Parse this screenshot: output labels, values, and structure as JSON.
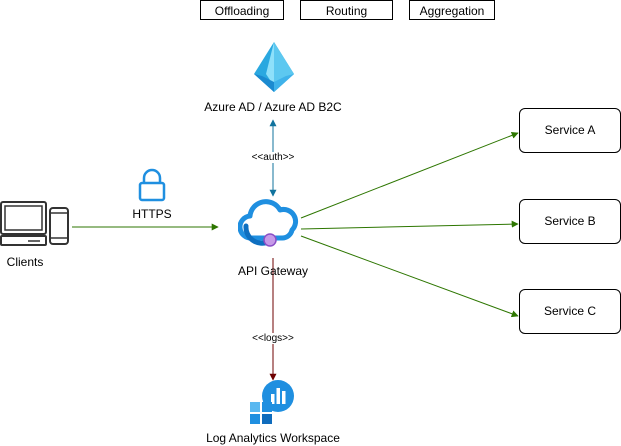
{
  "tags": [
    "Offloading",
    "Routing",
    "Aggregation"
  ],
  "identity": {
    "label": "Azure AD / Azure AD B2C"
  },
  "gateway": {
    "label": "API Gateway"
  },
  "clients": {
    "label": "Clients"
  },
  "protocol": {
    "label": "HTTPS"
  },
  "auth_edge": {
    "label": "<<auth>>"
  },
  "logs_edge": {
    "label": "<<logs>>"
  },
  "log_analytics": {
    "label": "Log Analytics Workspace"
  },
  "services": [
    "Service A",
    "Service B",
    "Service C"
  ],
  "colors": {
    "request_edge": "#2d7600",
    "auth_edge": "#10739e",
    "logs_edge": "#6f0000",
    "azure_blue": "#1f8fe0"
  }
}
